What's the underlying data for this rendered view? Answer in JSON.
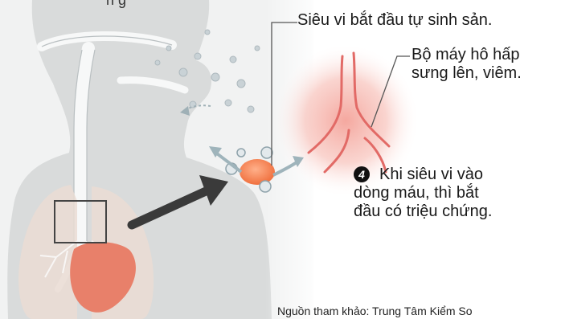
{
  "labels": {
    "top_partial": "n g",
    "virus_replicates": "Siêu vi bắt đầu tự sinh sản.",
    "airway_swells_line1": "Bộ máy hô hấp",
    "airway_swells_line2": "sưng lên, viêm.",
    "step_number": "4",
    "blood_line1": "Khi siêu vi vào",
    "blood_line2": "dòng máu, thì bắt",
    "blood_line3": "đầu có triệu chứng.",
    "source": "Nguồn tham khảo: Trung Tâm Kiểm So"
  },
  "colors": {
    "body_silhouette": "#dadcdc",
    "airway_tube": "#f2f4f4",
    "lung": "#efe4de",
    "heart": "#e8806a",
    "inflamed_glow": "#f6b3ab",
    "bronchi": "#e06a66",
    "virus": "#cfd8dc",
    "arrow": "#3a3a3a"
  }
}
